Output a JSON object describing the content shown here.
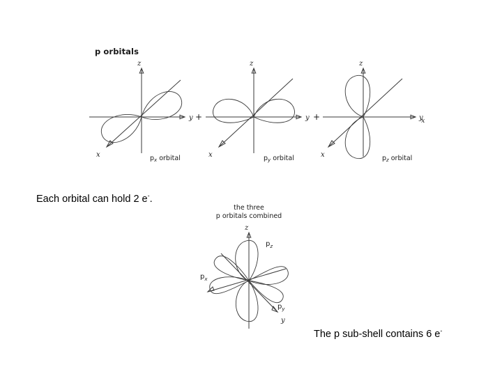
{
  "slide": {
    "background_color": "#ffffff",
    "ink_color": "#3a3a3a",
    "text_color": "#000000"
  },
  "figure": {
    "heading": "p orbitals",
    "plus_1": "+",
    "plus_2": "+",
    "stray_axis_label": "x",
    "orbitals": [
      {
        "name": "px",
        "caption_main": "p",
        "caption_sub": "x",
        "caption_tail": " orbital",
        "axis_z": "z",
        "axis_y": "y",
        "axis_x": "x",
        "lobe_orientation": "diagonal"
      },
      {
        "name": "py",
        "caption_main": "p",
        "caption_sub": "y",
        "caption_tail": " orbital",
        "axis_z": "z",
        "axis_y": "y",
        "axis_x": "x",
        "lobe_orientation": "horizontal"
      },
      {
        "name": "pz",
        "caption_main": "p",
        "caption_sub": "z",
        "caption_tail": " orbital",
        "axis_z": "z",
        "axis_y": "y",
        "axis_x": "x",
        "lobe_orientation": "vertical"
      }
    ],
    "combined": {
      "title_line_1": "the three",
      "title_line_2": "p orbitals combined",
      "axis_z": "z",
      "axis_y": "y",
      "label_pz_main": "p",
      "label_pz_sub": "z",
      "label_px_main": "p",
      "label_px_sub": "x",
      "label_py_main": "p",
      "label_py_sub": "y"
    }
  },
  "text": {
    "line_1_pre": "Each orbital can hold 2 e",
    "line_1_sup": "-",
    "line_1_post": ".",
    "line_2_pre": "The p sub-shell contains 6 e",
    "line_2_sup": "-",
    "line_2_post": ""
  }
}
